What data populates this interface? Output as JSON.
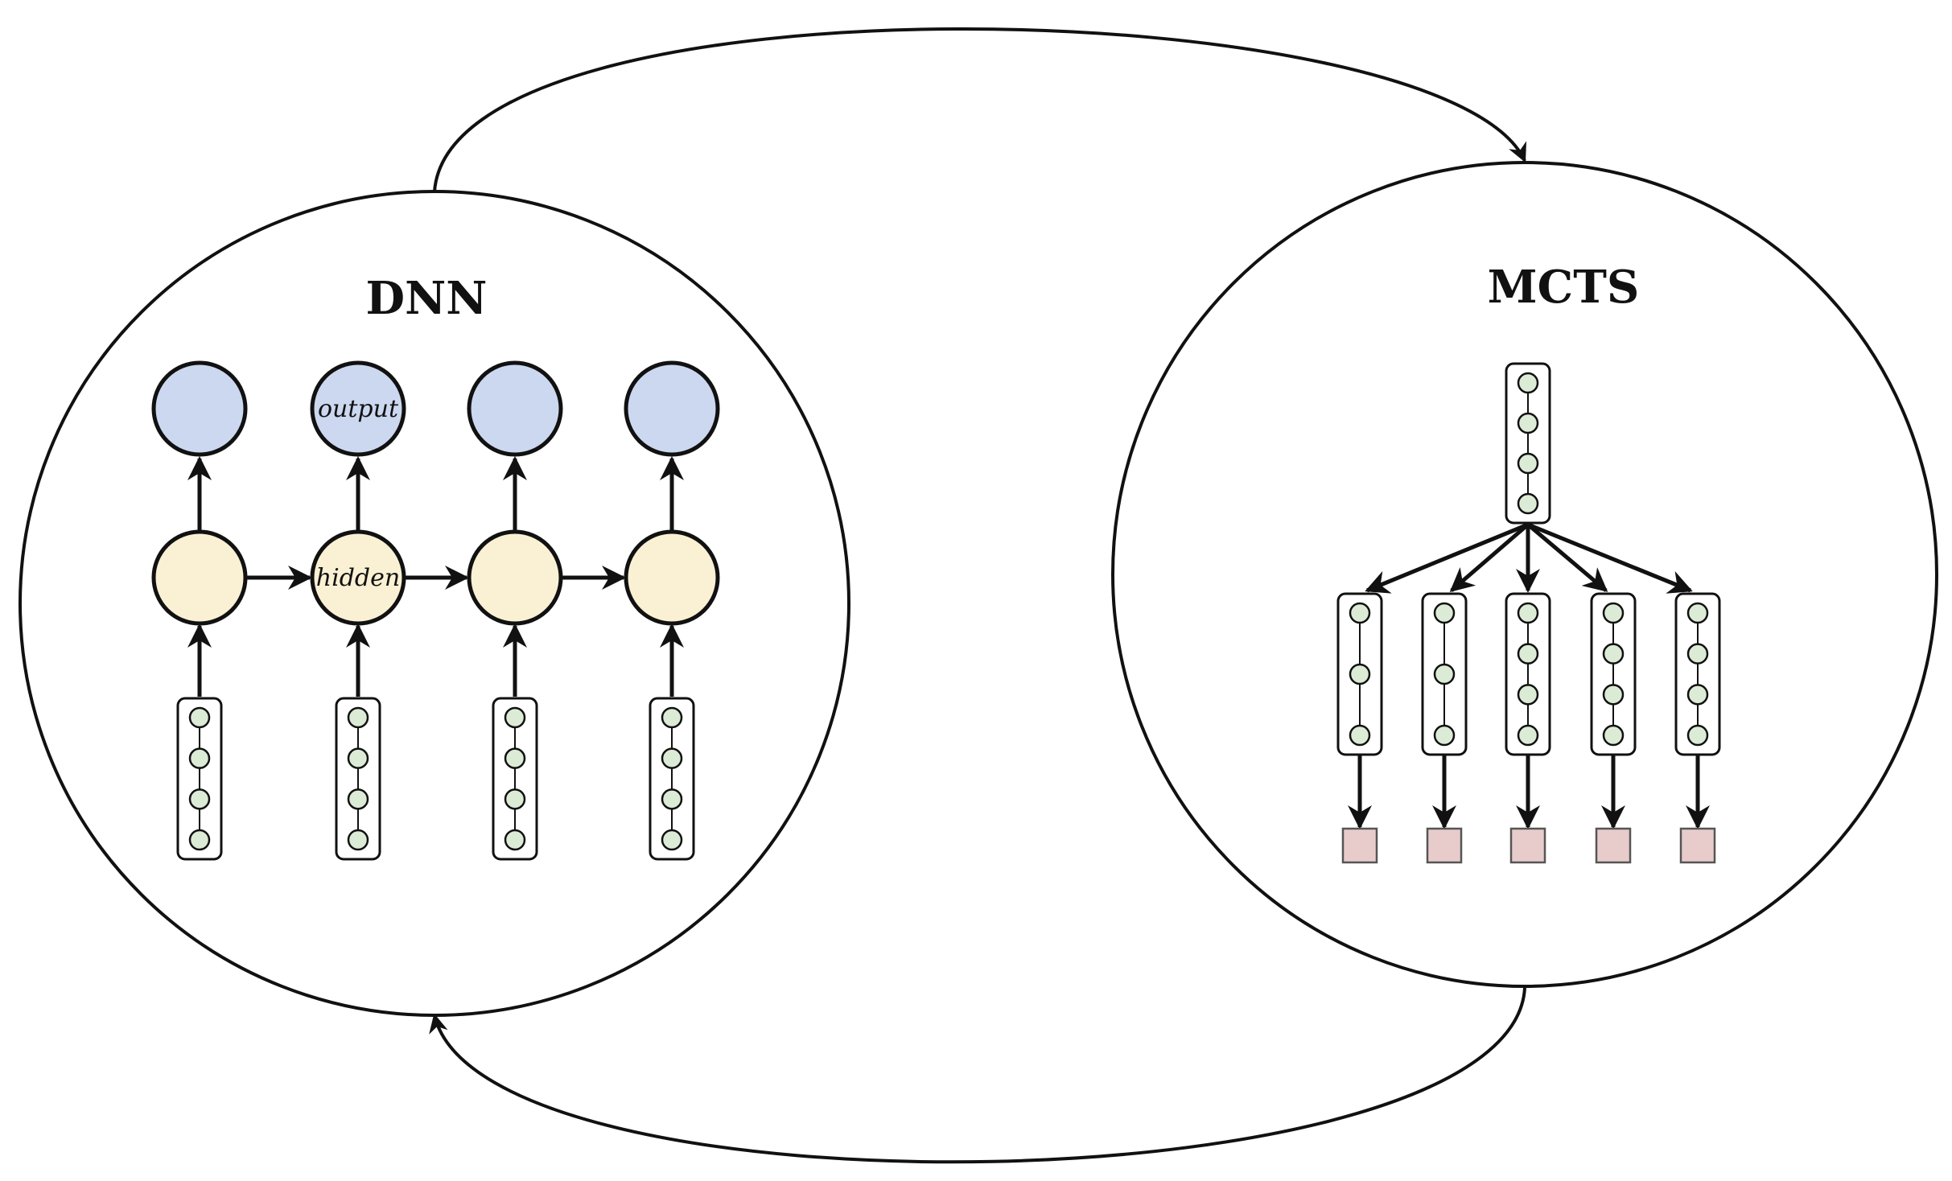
{
  "diagram": {
    "nodes": [
      {
        "id": "dnn",
        "label": "DNN"
      },
      {
        "id": "mcts",
        "label": "MCTS"
      }
    ],
    "edges": [
      {
        "from": "dnn",
        "to": "mcts",
        "label": ""
      },
      {
        "from": "mcts",
        "to": "dnn",
        "label": ""
      }
    ],
    "dnn": {
      "output_label": "output",
      "hidden_label": "hidden",
      "timesteps": 4,
      "input_nodes_per_step": 4
    },
    "mcts": {
      "root_nodes": 4,
      "children_node_counts": [
        3,
        3,
        4,
        4,
        4
      ],
      "leaf_count": 5
    },
    "colors": {
      "output": "#ccd8f0",
      "hidden": "#faf0d4",
      "input_node": "#dcebd5",
      "leaf": "#e8cccc",
      "stroke": "#111111"
    }
  }
}
